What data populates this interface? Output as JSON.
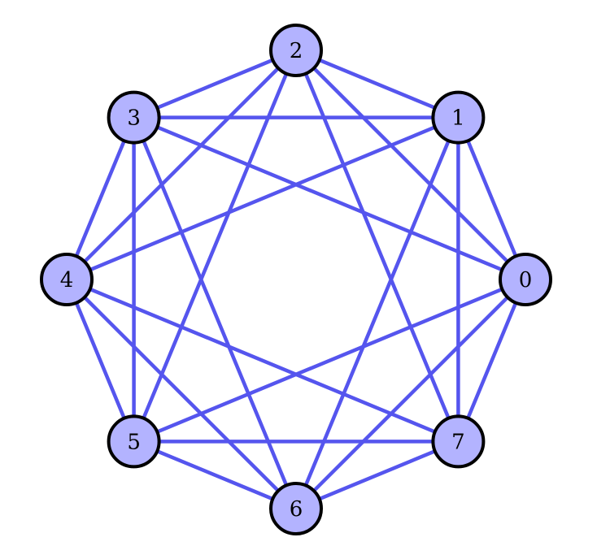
{
  "graph": {
    "edge_color": "#5555ee",
    "node_fill": "#b3b3ff",
    "node_stroke": "#000000",
    "nodes": [
      {
        "id": 0,
        "label": "0"
      },
      {
        "id": 1,
        "label": "1"
      },
      {
        "id": 2,
        "label": "2"
      },
      {
        "id": 3,
        "label": "3"
      },
      {
        "id": 4,
        "label": "4"
      },
      {
        "id": 5,
        "label": "5"
      },
      {
        "id": 6,
        "label": "6"
      },
      {
        "id": 7,
        "label": "7"
      }
    ],
    "edges": [
      [
        0,
        1
      ],
      [
        1,
        2
      ],
      [
        2,
        3
      ],
      [
        3,
        4
      ],
      [
        4,
        5
      ],
      [
        5,
        6
      ],
      [
        6,
        7
      ],
      [
        7,
        0
      ],
      [
        0,
        2
      ],
      [
        1,
        3
      ],
      [
        2,
        4
      ],
      [
        3,
        5
      ],
      [
        4,
        6
      ],
      [
        5,
        7
      ],
      [
        6,
        0
      ],
      [
        7,
        1
      ],
      [
        0,
        3
      ],
      [
        1,
        4
      ],
      [
        2,
        5
      ],
      [
        3,
        6
      ],
      [
        4,
        7
      ],
      [
        5,
        0
      ],
      [
        6,
        1
      ],
      [
        7,
        2
      ]
    ]
  }
}
